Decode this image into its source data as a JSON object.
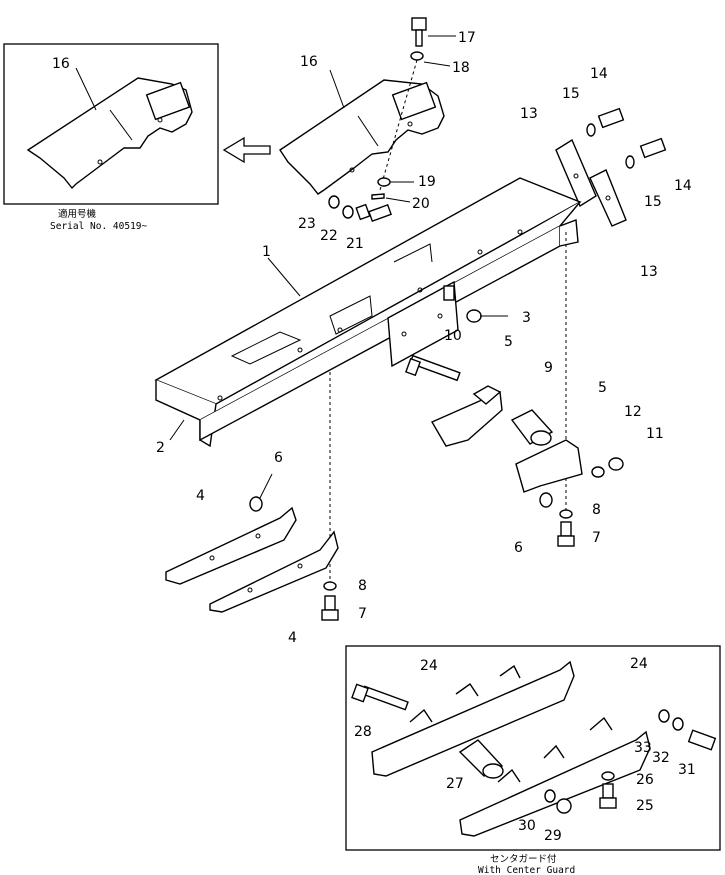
{
  "inset_top": {
    "part_no": "16",
    "caption_jp": "適用号機",
    "caption_en": "Serial No. 40519~"
  },
  "inset_bottom": {
    "caption_jp": "センタガード付",
    "caption_en": "With Center Guard"
  },
  "callouts": {
    "c1": "1",
    "c2": "2",
    "c3": "3",
    "c4a": "4",
    "c4b": "4",
    "c5a": "5",
    "c5b": "5",
    "c6a": "6",
    "c6b": "6",
    "c7a": "7",
    "c7b": "7",
    "c8a": "8",
    "c8b": "8",
    "c9": "9",
    "c10": "10",
    "c11": "11",
    "c12": "12",
    "c13a": "13",
    "c13b": "13",
    "c14a": "14",
    "c14b": "14",
    "c15a": "15",
    "c15b": "15",
    "c16": "16",
    "c17": "17",
    "c18": "18",
    "c19": "19",
    "c20": "20",
    "c21": "21",
    "c22": "22",
    "c23": "23",
    "c24a": "24",
    "c24b": "24",
    "c25": "25",
    "c26": "26",
    "c27": "27",
    "c28": "28",
    "c29": "29",
    "c30": "30",
    "c31": "31",
    "c32": "32",
    "c33": "33"
  }
}
